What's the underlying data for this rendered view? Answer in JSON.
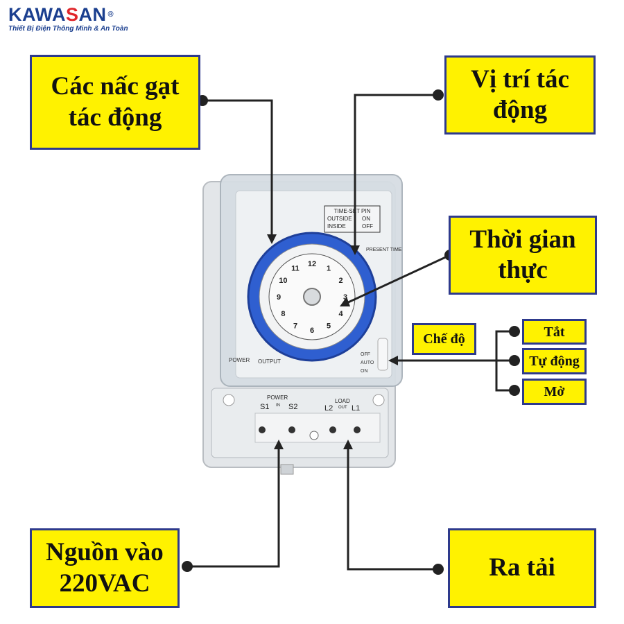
{
  "brand": {
    "name_part1": "KAWA",
    "name_part2": "S",
    "name_part3": "AN",
    "registered": "®",
    "tagline": "Thiết Bị Điện Thông Minh & An Toàn"
  },
  "labels": {
    "lever_line1": "Các nấc gạt",
    "lever_line2": "tác động",
    "position_line1": "Vị trí tác",
    "position_line2": "động",
    "realtime_line1": "Thời gian",
    "realtime_line2": "thực",
    "mode": "Chế độ",
    "off": "Tắt",
    "auto": "Tự động",
    "on": "Mở",
    "power_line1": "Nguồn vào",
    "power_line2": "220VAC",
    "load": "Ra tải"
  },
  "device": {
    "title": "TIME-SET PIN",
    "outside": "OUTSIDE",
    "inside": "INSIDE",
    "on": "ON",
    "off": "OFF",
    "present_time": "PRESENT TIME",
    "power": "POWER",
    "output": "OUTPUT",
    "switch_off": "OFF",
    "switch_auto": "AUTO",
    "switch_on": "ON",
    "terminal_power": "POWER",
    "terminal_in": "IN",
    "terminal_load": "LOAD",
    "terminal_out": "OUT",
    "s1": "S1",
    "s2": "S2",
    "l2": "L2",
    "l1": "L1",
    "dial_numbers": [
      "12",
      "1",
      "2",
      "3",
      "4",
      "5",
      "6",
      "7",
      "8",
      "9",
      "10",
      "11"
    ]
  },
  "colors": {
    "box_fill": "#fff200",
    "box_border": "#2e3a8c",
    "brand_blue": "#1b3f8f",
    "brand_red": "#e0262b",
    "dial_ring": "#2f5fd0"
  }
}
